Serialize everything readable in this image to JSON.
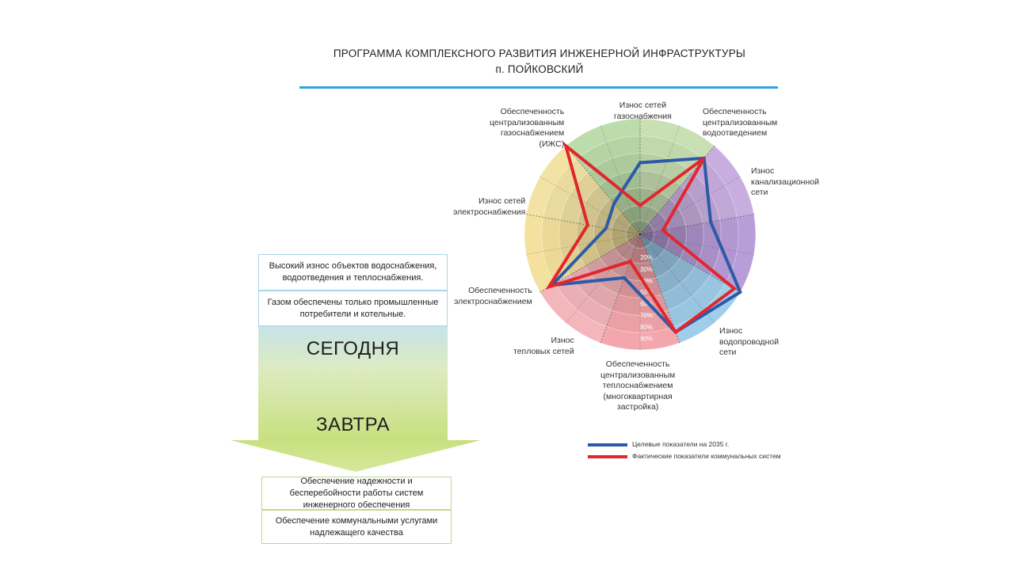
{
  "title": {
    "line1": "ПРОГРАММА КОМПЛЕКСНОГО РАЗВИТИЯ ИНЖЕНЕРНОЙ ИНФРАСТРУКТУРЫ",
    "line2": "п. ПОЙКОВСКИЙ"
  },
  "today": {
    "box1": "Высокий износ объектов водоснабжения, водоотведения и теплоснабжения.",
    "box2": "Газом обеспечены только промышленные потребители и котельные.",
    "label": "СЕГОДНЯ"
  },
  "tomorrow": {
    "label": "ЗАВТРА",
    "box1": "Обеспечение надежности и бесперебойности работы систем инженерного обеспечения",
    "box2": "Обеспечение коммунальными услугами надлежащего качества"
  },
  "colors": {
    "accent_rule": "#2ea3dd",
    "target": "#2d5aa8",
    "actual": "#e1262c",
    "sector_gas": "#bcdcab",
    "sector_gas_wear": "#c8e0b3",
    "sector_sewer": "#c7aede",
    "sector_sewer_wear": "#b99dd8",
    "sector_water": "#9fcdea",
    "sector_heat": "#f4a6ad",
    "sector_heat_wear": "#f3b6bb",
    "sector_electric": "#f3e19d",
    "sector_electric_wear": "#f2e3a4"
  },
  "chart_data": {
    "type": "radar",
    "axes": [
      [
        "Износ сетей",
        "газоснабжения"
      ],
      [
        "Обеспеченность",
        "централизованным",
        "водоотведением"
      ],
      [
        "Износ",
        "канализационной",
        "сети"
      ],
      [
        "Износ",
        "водопроводной",
        "сети"
      ],
      [
        "Обеспеченность",
        "централизованным",
        "теплоснабжением",
        "(многоквартирная",
        "застройка)"
      ],
      [
        "Износ",
        "тепловых сетей"
      ],
      [
        "Обеспеченность",
        "электроснабжением"
      ],
      [
        "Износ сетей",
        "электроснабжения"
      ],
      [
        "Обеспеченность",
        "централизованным",
        "газоснабжением",
        "(ИЖС)"
      ]
    ],
    "tick_labels": [
      "20%",
      "30%",
      "40%",
      "50%",
      "60%",
      "70%",
      "80%",
      "90%"
    ],
    "ticks_pct": [
      20,
      30,
      40,
      50,
      60,
      70,
      80,
      90
    ],
    "range": [
      0,
      100
    ],
    "series": [
      {
        "name": "Целевые показатели на 2035 г.",
        "values": [
          62,
          86,
          62,
          100,
          90,
          40,
          88,
          30,
          35
        ]
      },
      {
        "name": "Фактические показатели коммунальных систем",
        "values": [
          25,
          86,
          20,
          94,
          90,
          25,
          91,
          46,
          100
        ]
      }
    ]
  },
  "legend": {
    "target": "Целевые показатели на 2035 г.",
    "actual": "Фактические показатели коммунальных систем"
  }
}
